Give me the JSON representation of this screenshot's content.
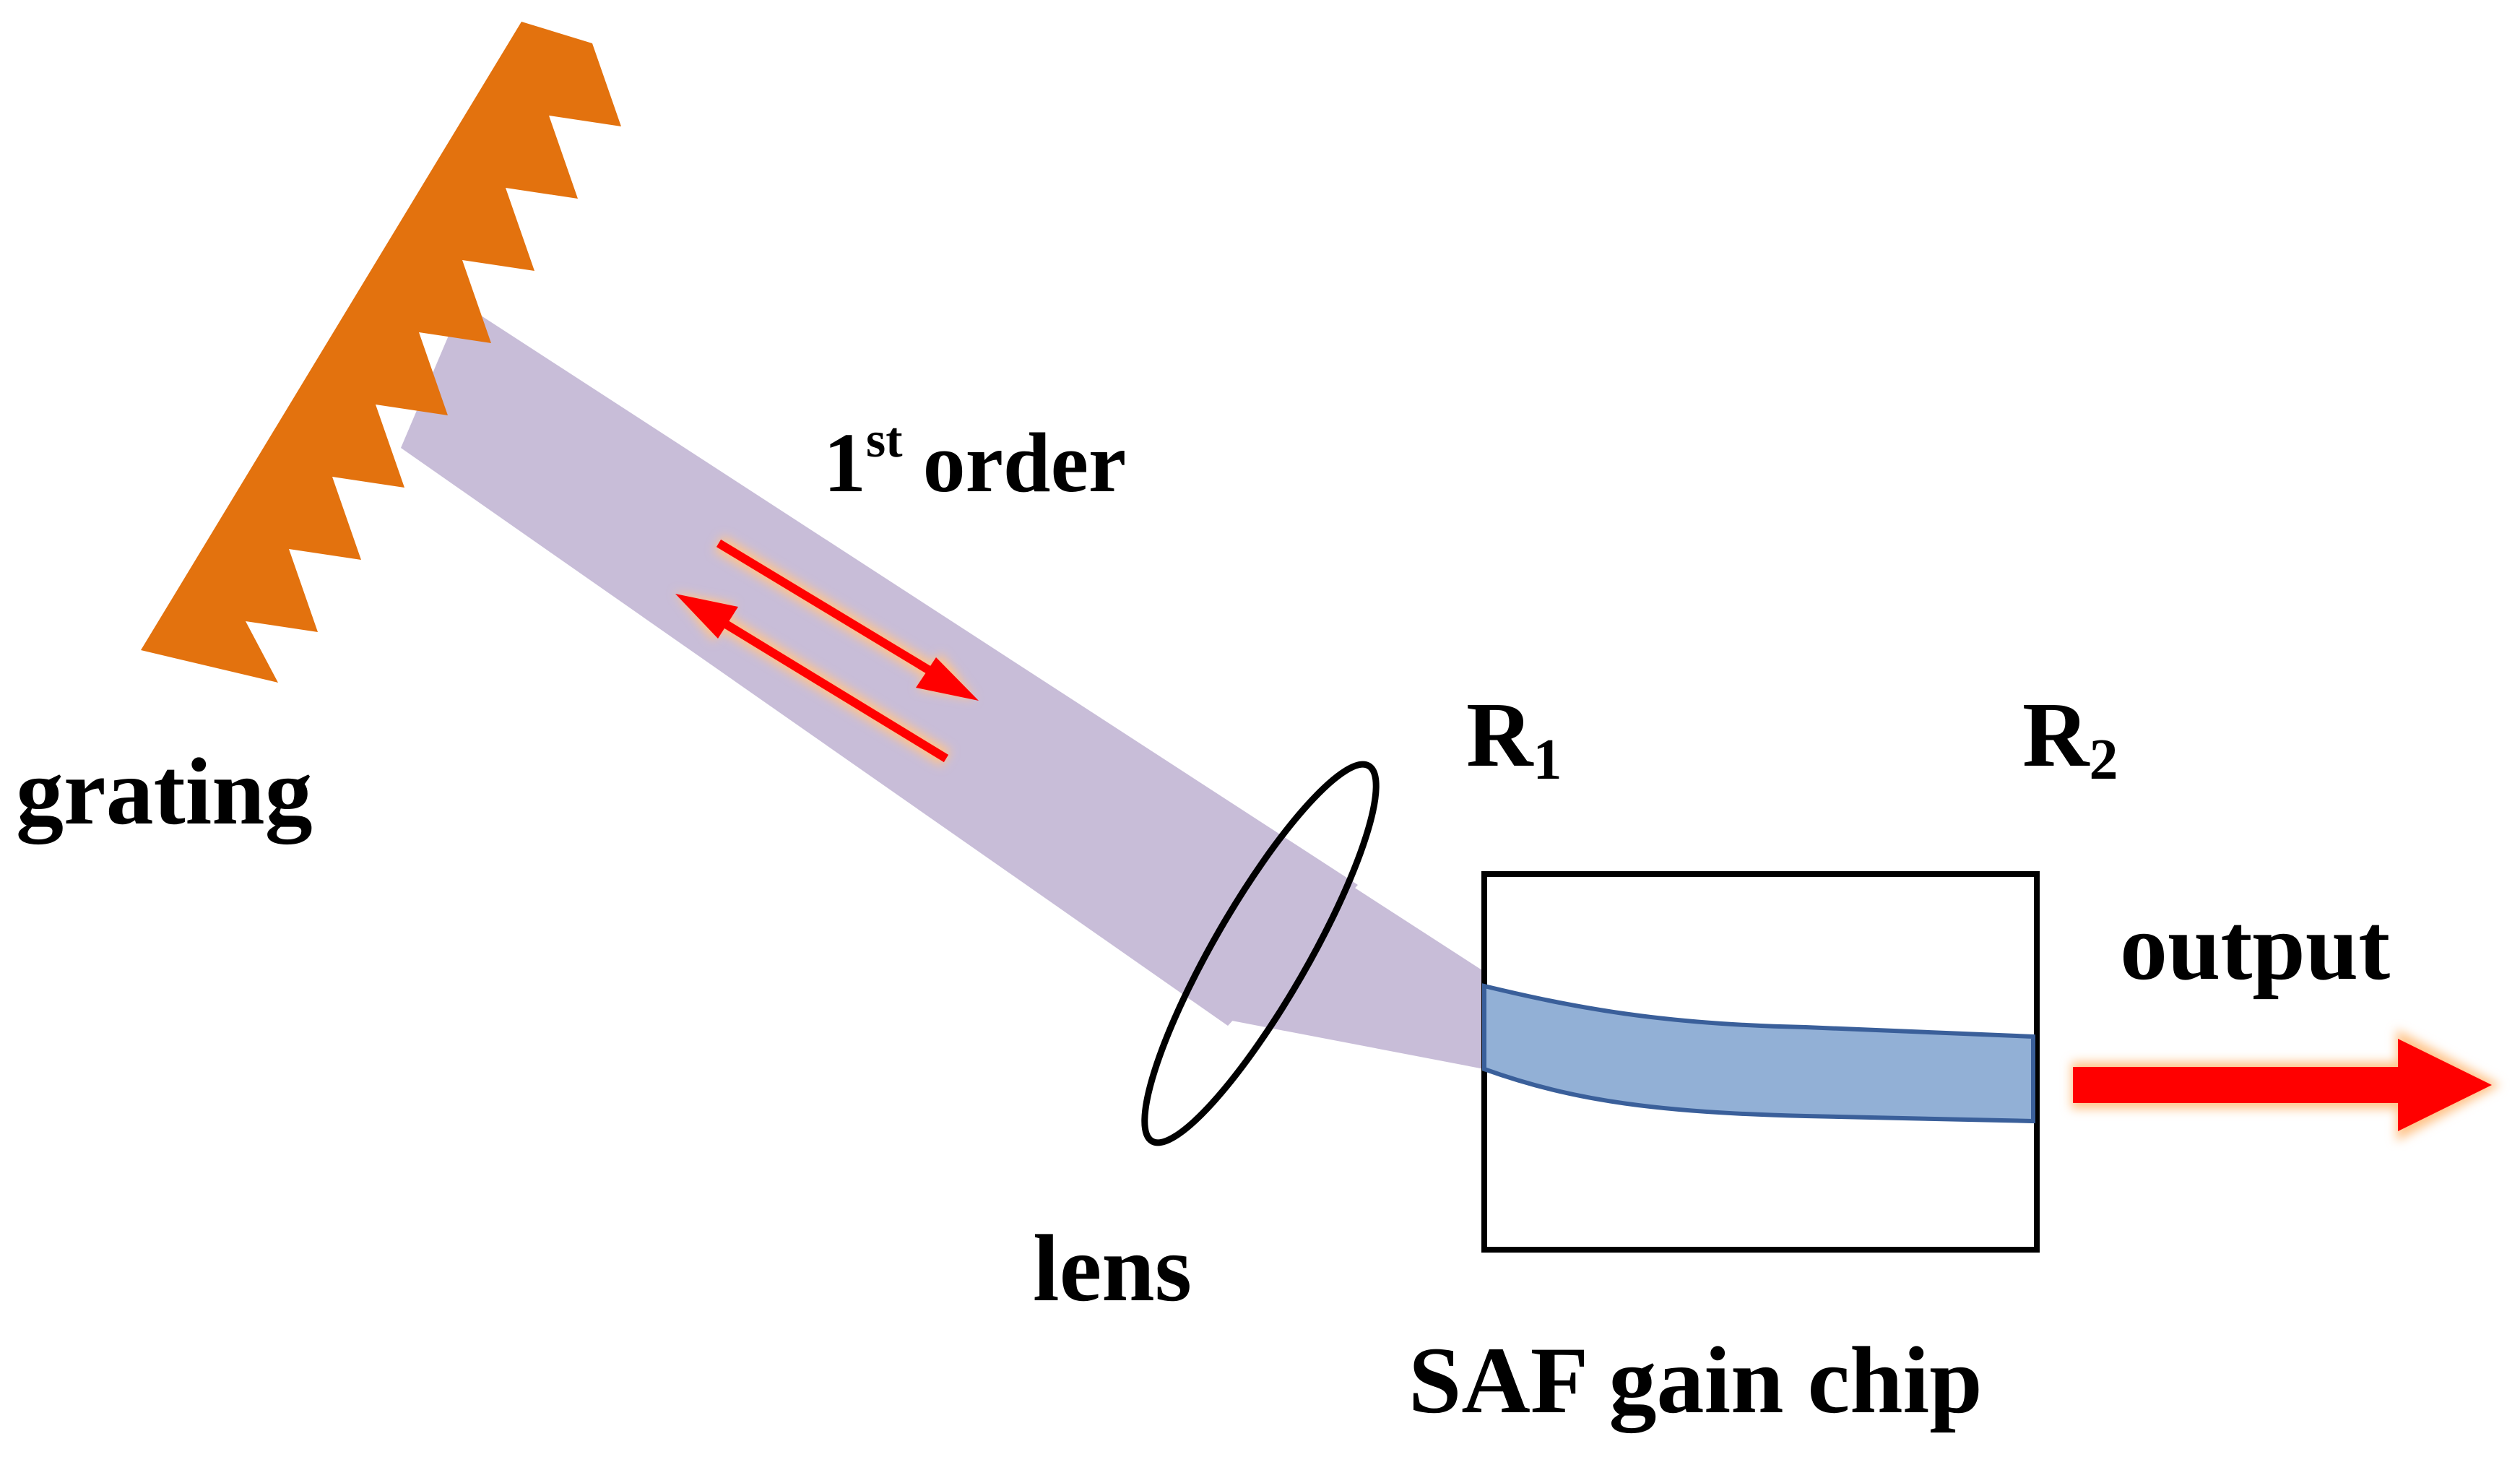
{
  "labels": {
    "grating": "grating",
    "order_number": "1",
    "order_superscript": "st",
    "order_word": "order",
    "lens": "lens",
    "r1_letter": "R",
    "r1_subscript": "1",
    "r2_letter": "R",
    "r2_subscript": "2",
    "output": "output",
    "chip": "SAF gain chip"
  },
  "colors": {
    "grating": "#E3720E",
    "beam": "#C8BDD8",
    "waveguide_fill": "#92B0D6",
    "waveguide_stroke": "#3A5F9A",
    "arrow": "#FF0000",
    "arrow_glow": "#FFC48A",
    "outline": "#000000",
    "text": "#000000"
  }
}
